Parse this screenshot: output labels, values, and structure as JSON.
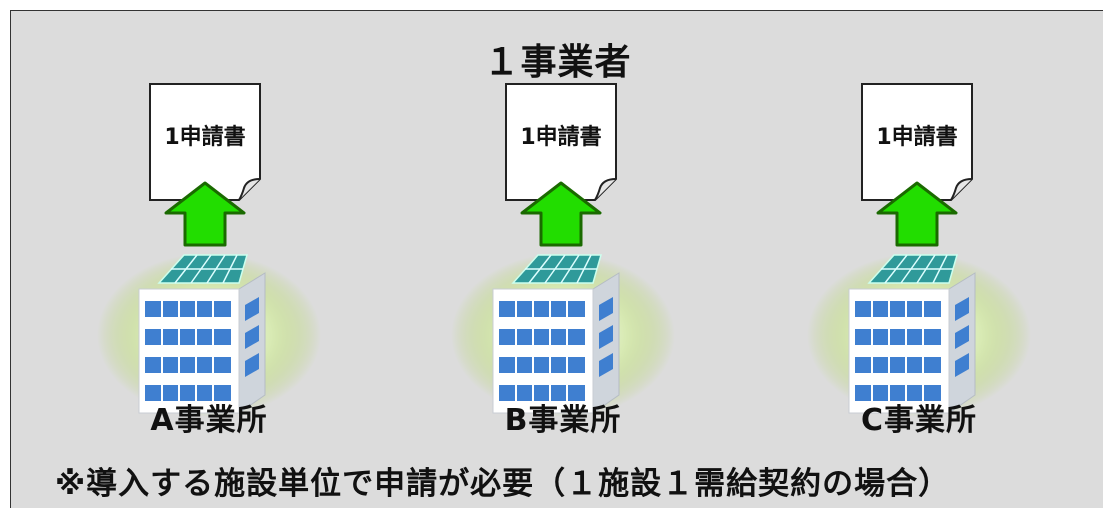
{
  "title": "１事業者",
  "units": [
    {
      "doc_label": "1申請書",
      "office": "A事業所"
    },
    {
      "doc_label": "1申請書",
      "office": "B事業所"
    },
    {
      "doc_label": "1申請書",
      "office": "C事業所"
    }
  ],
  "note": "※導入する施設単位で申請が必要（１施設１需給契約の場合）",
  "colors": {
    "background": "#dcdcdc",
    "arrow_fill": "#22dd00",
    "arrow_stroke": "#1a6a00",
    "glow": "#a9d24a",
    "window": "#3f7fd0",
    "solar_panel": "#2f9a9a"
  },
  "icons": [
    "document-icon",
    "up-arrow-icon",
    "office-building-icon",
    "solar-panel-icon"
  ]
}
